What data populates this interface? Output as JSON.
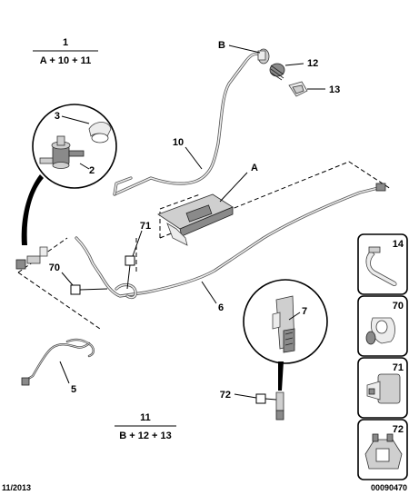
{
  "callouts": {
    "c1": "1",
    "c1_sub": "A + 10 + 11",
    "c11": "11",
    "c11_sub": "B + 12 + 13",
    "cB": "B",
    "cA": "A",
    "c2": "2",
    "c3": "3",
    "c5": "5",
    "c6": "6",
    "c7": "7",
    "c10": "10",
    "c12": "12",
    "c13": "13",
    "c70": "70",
    "c71": "71",
    "c72": "72"
  },
  "side_panels": [
    "14",
    "70",
    "71",
    "72"
  ],
  "footer": {
    "date": "11/2013",
    "ref": "00090470"
  },
  "colors": {
    "line": "#000000",
    "part_fill": "#cfcfcf",
    "part_dark": "#8a8a8a",
    "panel_border": "#000000"
  }
}
